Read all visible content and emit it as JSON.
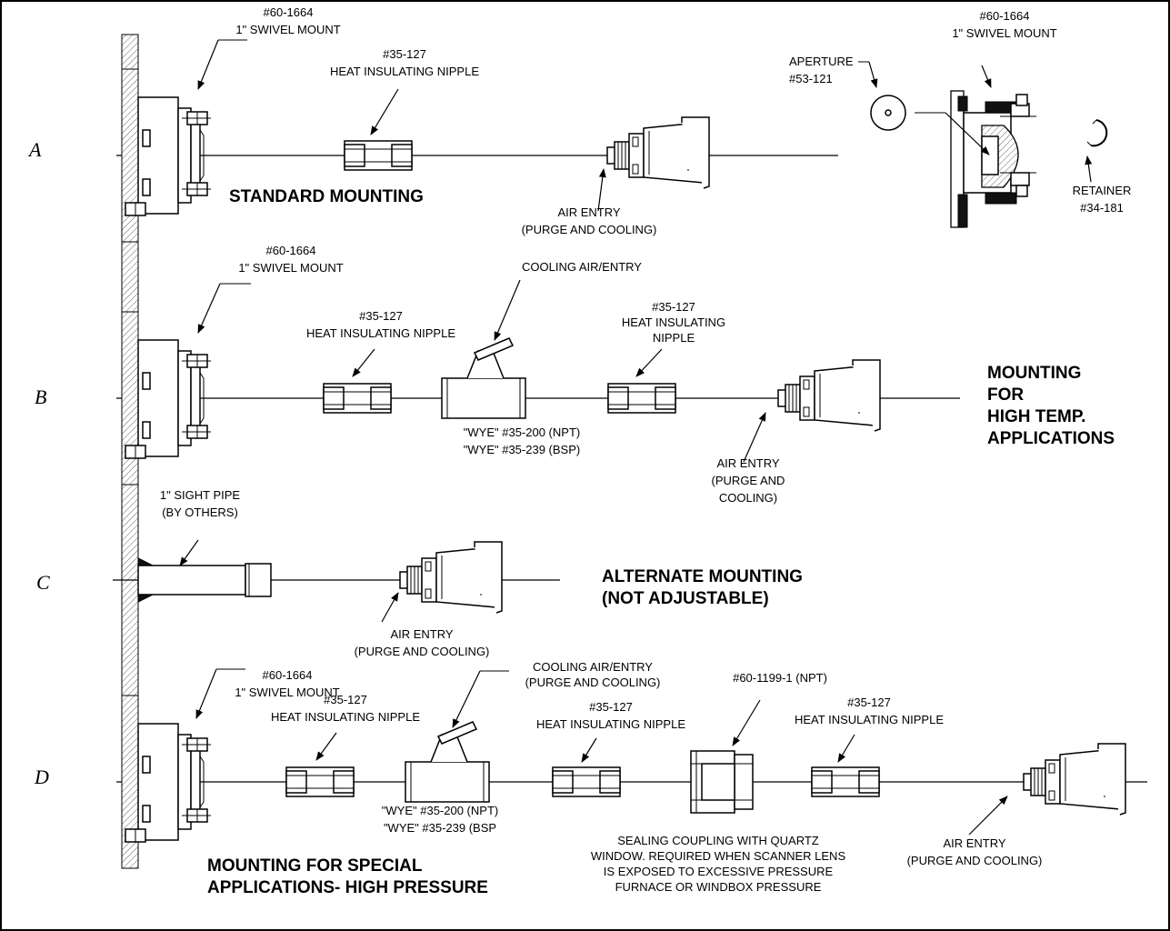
{
  "rows": {
    "a": {
      "letter": "A",
      "swivel_num": "#60-1664",
      "swivel_name": "1\" SWIVEL MOUNT",
      "nipple_num": "#35-127",
      "nipple_name": "HEAT INSULATING NIPPLE",
      "title": "STANDARD MOUNTING",
      "air_1": "AIR ENTRY",
      "air_2": "(PURGE AND COOLING)",
      "detail_swivel_num": "#60-1664",
      "detail_swivel_name": "1\" SWIVEL MOUNT",
      "aperture": "APERTURE",
      "aperture_num": "#53-121",
      "retainer": "RETAINER",
      "retainer_num": "#34-181"
    },
    "b": {
      "letter": "B",
      "swivel_num": "#60-1664",
      "swivel_name": "1\" SWIVEL MOUNT",
      "nipple_num": "#35-127",
      "nipple_name": "HEAT INSULATING NIPPLE",
      "cooling": "COOLING AIR/ENTRY",
      "nipple2_num": "#35-127",
      "nipple2_l1": "HEAT INSULATING",
      "nipple2_l2": "NIPPLE",
      "wye_1": "\"WYE\" #35-200 (NPT)",
      "wye_2": "\"WYE\"  #35-239 (BSP)",
      "title_1": "MOUNTING",
      "title_2": "FOR",
      "title_3": "HIGH TEMP.",
      "title_4": "APPLICATIONS",
      "air_1": "AIR ENTRY",
      "air_2": "(PURGE AND",
      "air_3": "COOLING)"
    },
    "c": {
      "letter": "C",
      "sight_1": "1\" SIGHT PIPE",
      "sight_2": "(BY OTHERS)",
      "title_1": "ALTERNATE MOUNTING",
      "title_2": "(NOT ADJUSTABLE)",
      "air_1": "AIR ENTRY",
      "air_2": "(PURGE AND COOLING)"
    },
    "d": {
      "letter": "D",
      "swivel_num": "#60-1664",
      "swivel_name": "1\" SWIVEL MOUNT",
      "nipple_num": "#35-127",
      "nipple_name": "HEAT INSULATING NIPPLE",
      "cooling_1": "COOLING AIR/ENTRY",
      "cooling_2": "(PURGE AND COOLING)",
      "nipple2_num": "#35-127",
      "nipple2_name": "HEAT INSULATING NIPPLE",
      "coupling_num": "#60-1199-1 (NPT)",
      "nipple3_num": "#35-127",
      "nipple3_name": "HEAT INSULATING NIPPLE",
      "wye_1": "\"WYE\" #35-200 (NPT)",
      "wye_2": "\"WYE\"  #35-239 (BSP",
      "seal_1": "SEALING COUPLING WITH QUARTZ",
      "seal_2": "WINDOW. REQUIRED WHEN SCANNER LENS",
      "seal_3": "IS EXPOSED TO EXCESSIVE PRESSURE",
      "seal_4": "FURNACE OR WINDBOX PRESSURE",
      "air_1": "AIR ENTRY",
      "air_2": "(PURGE AND COOLING)",
      "title_1": "MOUNTING FOR SPECIAL",
      "title_2": "APPLICATIONS- HIGH PRESSURE"
    }
  }
}
